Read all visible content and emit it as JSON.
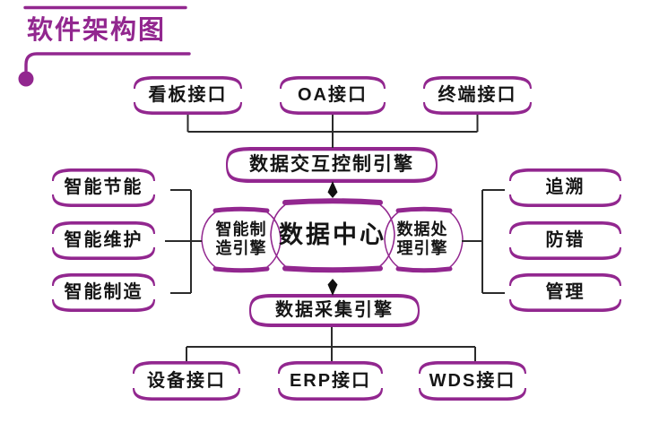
{
  "title": "软件架构图",
  "colors": {
    "purple": "#92278f",
    "connector": "#2b2b2b",
    "arrow": "#111111",
    "text": "#151515"
  },
  "nodes": {
    "kanban": "看板接口",
    "oa": "OA接口",
    "terminal": "终端接口",
    "jiaohu": "数据交互控制引擎",
    "center": "数据中心",
    "zhizao_engine": "智能制\n造引擎",
    "chuli_engine": "数据处\n理引擎",
    "jieneng": "智能节能",
    "weihu": "智能维护",
    "zhizao": "智能制造",
    "zhuisu": "追溯",
    "fangcuo": "防错",
    "guanli": "管理",
    "caiji": "数据采集引擎",
    "shebei": "设备接口",
    "erp": "ERP接口",
    "wds": "WDS接口"
  }
}
